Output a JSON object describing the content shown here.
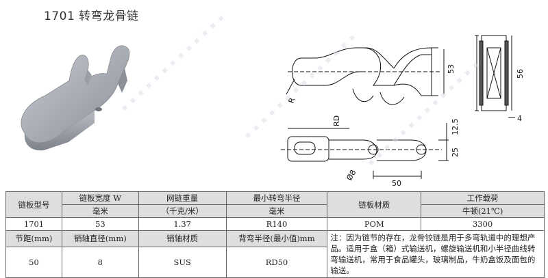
{
  "title": "1701 转弯龙骨链",
  "dimensions": {
    "r": "R",
    "h53": "53",
    "w56": "56",
    "t4": "4",
    "rd": "RD",
    "h12": "12.5",
    "h25": "25",
    "p50": "50",
    "d8": "Ø8"
  },
  "table": {
    "row1": {
      "c1": "链板型号",
      "c2": "链板宽度 W",
      "c3": "网链重量",
      "c4": "最小转弯半径",
      "c5": "链板材质",
      "c6": "工作载荷"
    },
    "row2": {
      "c2": "毫米",
      "c3": "（千克/米）",
      "c4": "毫米",
      "c6": "牛顿(21℃)"
    },
    "row3": {
      "c1": "1701",
      "c2": "53",
      "c3": "1.37",
      "c4": "R140",
      "c5": "POM",
      "c6": "3300"
    },
    "row4": {
      "c1": "节距(mm)",
      "c2": "销轴直径(mm)",
      "c3": "销轴材质",
      "c4": "背弯半径(最小值)mm"
    },
    "row5": {
      "c1": "50",
      "c2": "8",
      "c3": "SUS",
      "c4": "RD50"
    },
    "note": "注：因为链节的存在，龙骨铰链是用于多弯轨道中的理想产品。适用于盒（箱）式输送机，螺旋输送机和小半径曲线转弯输送机，常用于食品罐头，玻璃制品，牛奶盒饭及面包的输送。"
  }
}
